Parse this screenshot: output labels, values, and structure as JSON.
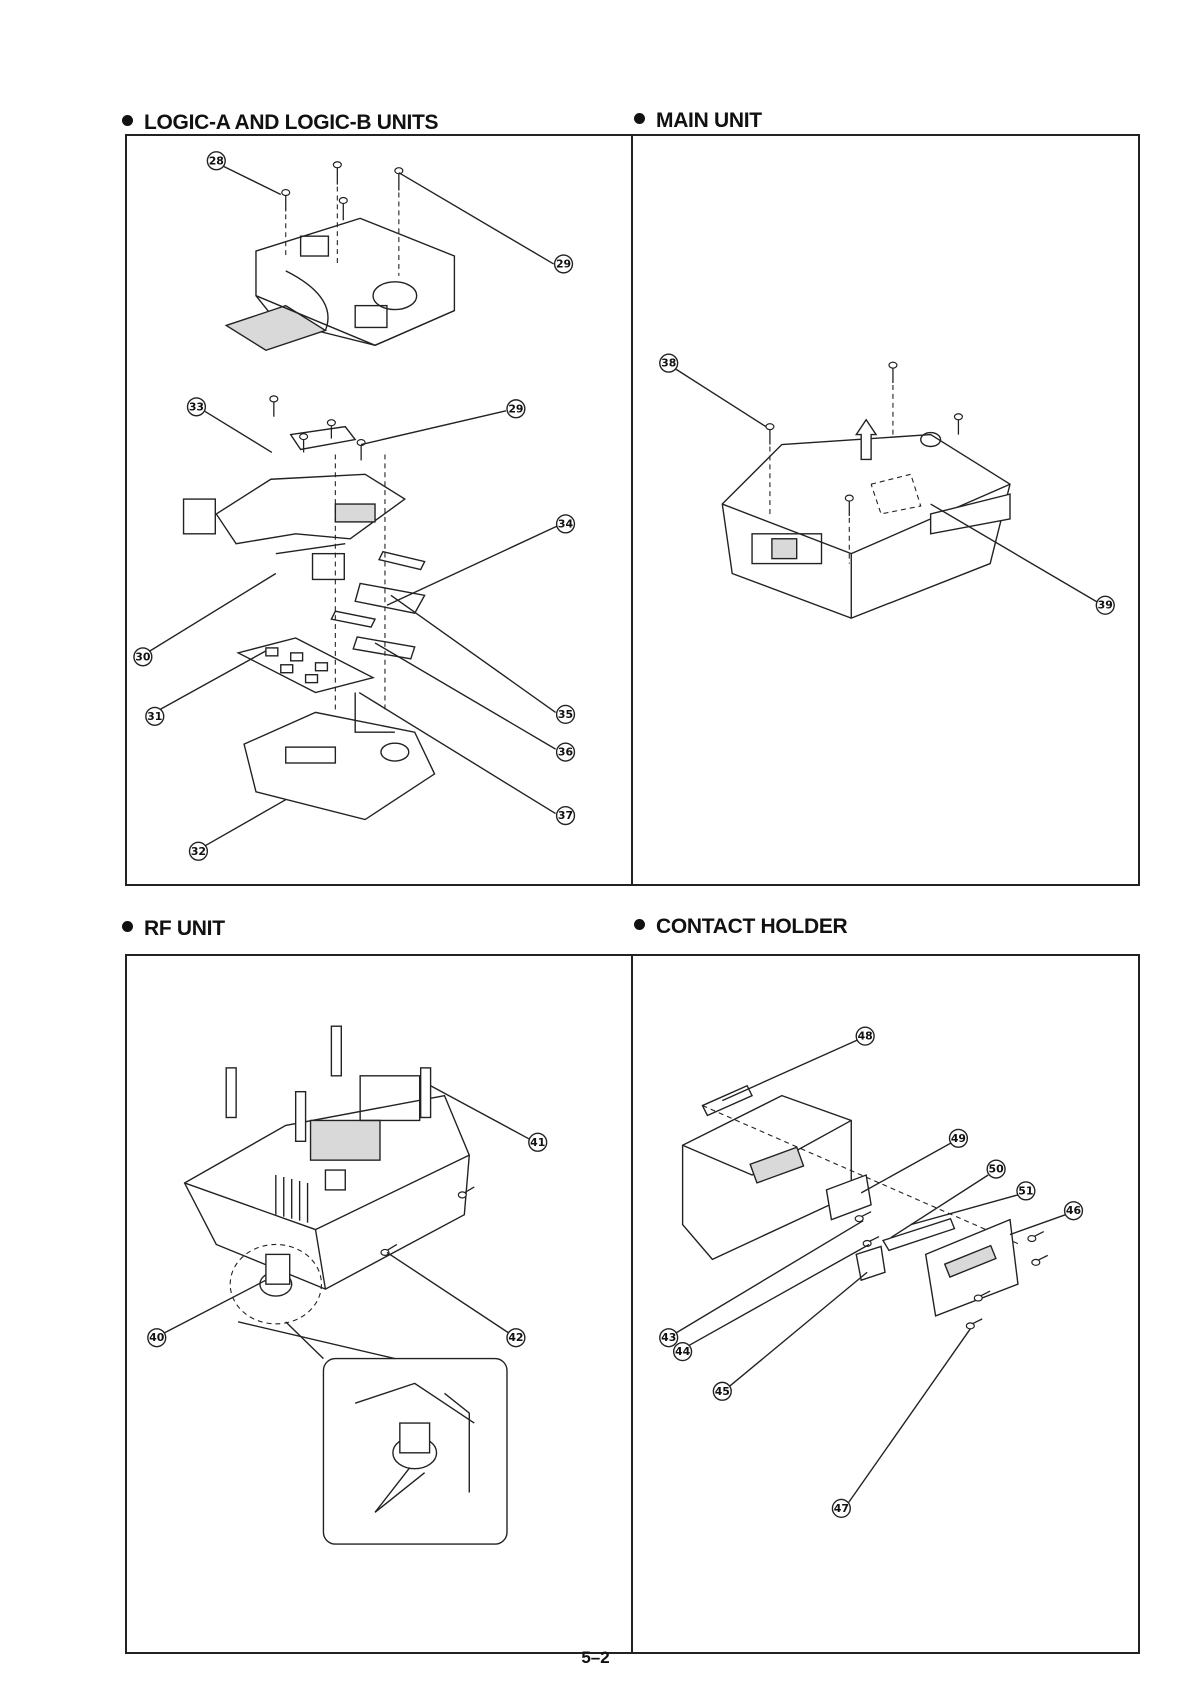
{
  "sections": {
    "logic": {
      "title": "LOGIC-A AND LOGIC-B UNITS"
    },
    "main": {
      "title": "MAIN UNIT"
    },
    "rf": {
      "title": "RF UNIT"
    },
    "contact": {
      "title": "CONTACT HOLDER"
    }
  },
  "callouts": {
    "logic": [
      "28",
      "29",
      "29",
      "33",
      "34",
      "30",
      "31",
      "35",
      "36",
      "37",
      "32"
    ],
    "main": [
      "38",
      "39"
    ],
    "rf": [
      "41",
      "40",
      "42"
    ],
    "contact": [
      "48",
      "49",
      "50",
      "51",
      "46",
      "43",
      "44",
      "45",
      "47"
    ]
  },
  "page_number": "5–2"
}
